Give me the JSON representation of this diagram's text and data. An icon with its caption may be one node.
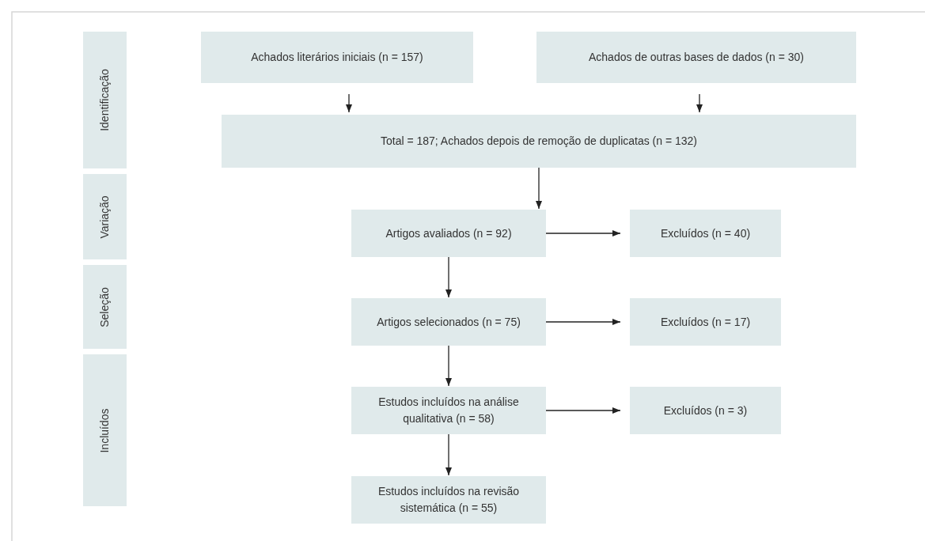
{
  "diagram": {
    "nodes": [
      {
        "text": [
          "Identificação"
        ]
      },
      {
        "text": [
          "Variação"
        ]
      },
      {
        "text": [
          "Seleção"
        ]
      },
      {
        "text": [
          "Incluídos"
        ]
      },
      {
        "text": [
          "Achados literários iniciais (n = 157)"
        ]
      },
      {
        "text": [
          "Achados de outras bases de dados (n = 30)"
        ]
      },
      {
        "text": [
          "Total = 187; Achados depois de remoção de duplicatas (n = 132)"
        ]
      },
      {
        "text": [
          "Artigos avaliados (n = 92)"
        ]
      },
      {
        "text": [
          "Excluídos (n = 40)"
        ]
      },
      {
        "text": [
          "Artigos selecionados (n = 75)"
        ]
      },
      {
        "text": [
          "Excluídos (n = 17)"
        ]
      },
      {
        "text": [
          "Estudos incluídos na análise qualitativa (n = 58)"
        ]
      },
      {
        "text": [
          "Excluídos (n = 3)"
        ]
      },
      {
        "text": [
          "Estudos incluídos na revisão sistemática (n = 55)"
        ]
      }
    ],
    "edges": [
      {
        "from": 4,
        "to": 6,
        "arrow": "to"
      },
      {
        "from": 5,
        "to": 6,
        "arrow": "to"
      },
      {
        "from": 6,
        "to": 7,
        "arrow": "to"
      },
      {
        "from": 7,
        "to": 8,
        "arrow": "to"
      },
      {
        "from": 7,
        "to": 9,
        "arrow": "to"
      },
      {
        "from": 9,
        "to": 10,
        "arrow": "to"
      },
      {
        "from": 9,
        "to": 11,
        "arrow": "to"
      },
      {
        "from": 11,
        "to": 12,
        "arrow": "to"
      },
      {
        "from": 11,
        "to": 13,
        "arrow": "to"
      }
    ]
  }
}
